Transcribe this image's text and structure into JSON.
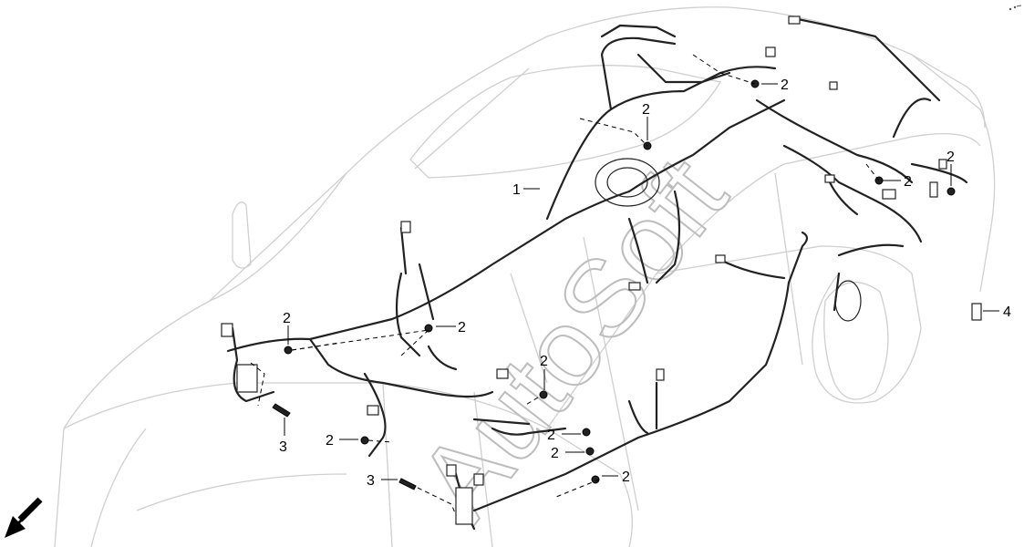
{
  "diagram": {
    "callouts": {
      "c1": "1",
      "c2": "2",
      "c3": "3",
      "c4": "4"
    },
    "watermark": "AutoSoft",
    "colors": {
      "harness": "#222222",
      "body_outline": "#cfcfcf",
      "watermark": "#bdbdbd"
    },
    "icons": [
      "front-direction-arrow-icon",
      "bolt-clip-icon",
      "part-tag-icon"
    ]
  }
}
